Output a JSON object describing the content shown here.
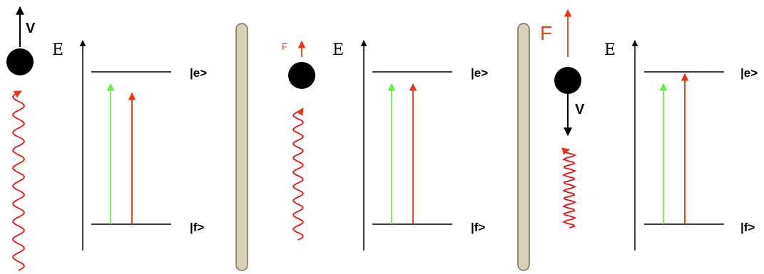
{
  "panels": [
    {
      "id": "panel-1",
      "velocity_label": "V",
      "energy_axis_label": "E",
      "excited_label": "|e>",
      "ground_label": "|f>"
    },
    {
      "id": "panel-2",
      "force_label": "F",
      "energy_axis_label": "E",
      "excited_label": "|e>",
      "ground_label": "|f>"
    },
    {
      "id": "panel-3",
      "force_label": "F",
      "velocity_label": "V",
      "energy_axis_label": "E",
      "excited_label": "|e>",
      "ground_label": "|f>"
    }
  ],
  "colors": {
    "photon_wave": "#ee1111",
    "laser_arrow": "#ee3311",
    "resonance_arrow": "#66ee44",
    "force_arrow": "#ee4411",
    "atom": "#000000",
    "separator_fill": "#d8cfb8",
    "separator_stroke": "#7a6f58"
  }
}
